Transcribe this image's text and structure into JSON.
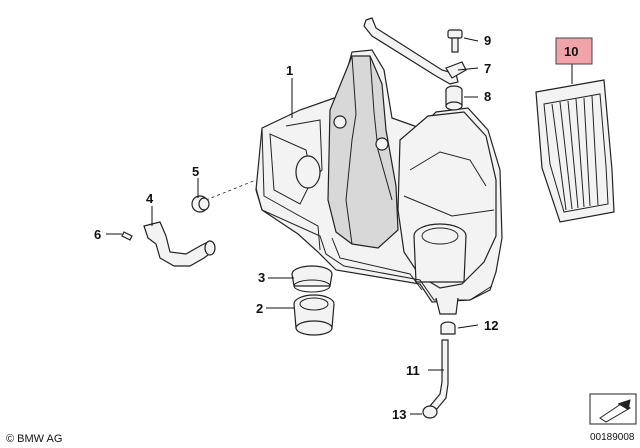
{
  "callouts": [
    {
      "id": "1",
      "label": "1"
    },
    {
      "id": "2",
      "label": "2"
    },
    {
      "id": "3",
      "label": "3"
    },
    {
      "id": "4",
      "label": "4"
    },
    {
      "id": "5",
      "label": "5"
    },
    {
      "id": "6",
      "label": "6"
    },
    {
      "id": "7",
      "label": "7"
    },
    {
      "id": "8",
      "label": "8"
    },
    {
      "id": "9",
      "label": "9"
    },
    {
      "id": "10",
      "label": "10"
    },
    {
      "id": "11",
      "label": "11"
    },
    {
      "id": "12",
      "label": "12"
    },
    {
      "id": "13",
      "label": "13"
    }
  ],
  "footer": {
    "copyright": "© BMW AG",
    "diagram_code": "00189008"
  },
  "colors": {
    "highlight": "#f0a3a8",
    "line": "#222222"
  }
}
